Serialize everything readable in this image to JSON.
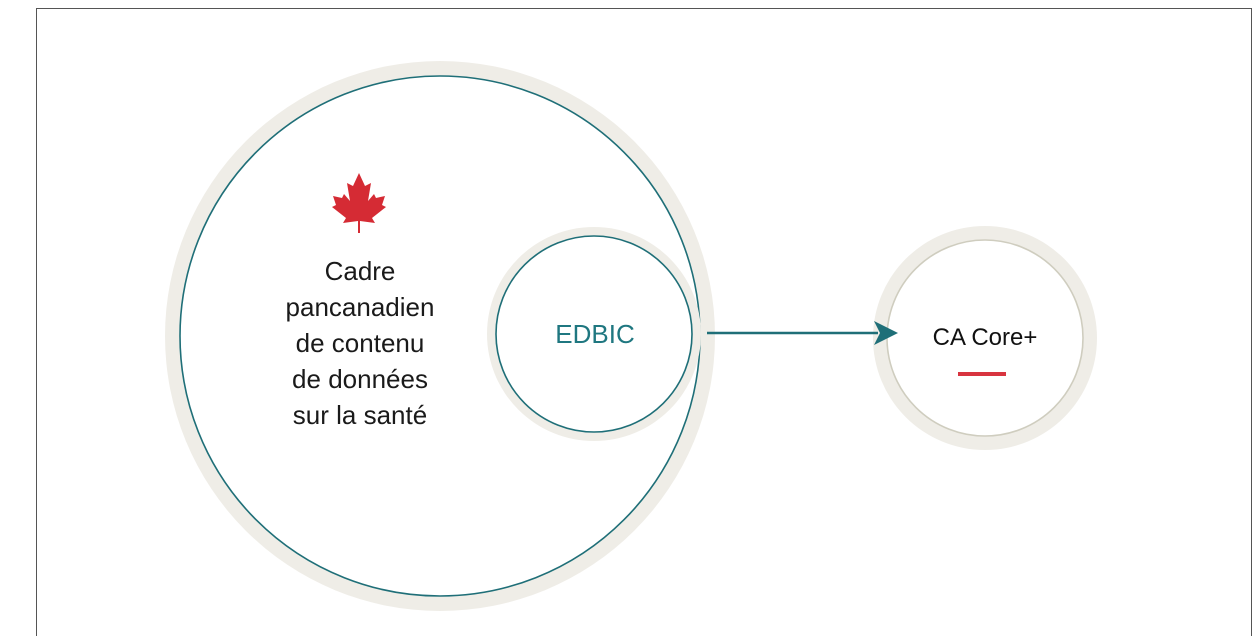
{
  "diagram": {
    "outer_circle": {
      "flag_icon": "maple-leaf-icon",
      "lines": [
        "Cadre",
        "pancanadien",
        "de contenu",
        "de données",
        "sur la santé"
      ]
    },
    "inner_circle": {
      "label": "EDBIC"
    },
    "target_circle": {
      "label": "CA Core+"
    },
    "colors": {
      "ring_fill": "#efede7",
      "outline_teal": "#1f6f78",
      "text_teal": "#1f7780",
      "arrow": "#1f6f78",
      "maple_red": "#d52b34",
      "accent_red": "#d8343f",
      "target_outline": "#cfcdbf"
    }
  }
}
